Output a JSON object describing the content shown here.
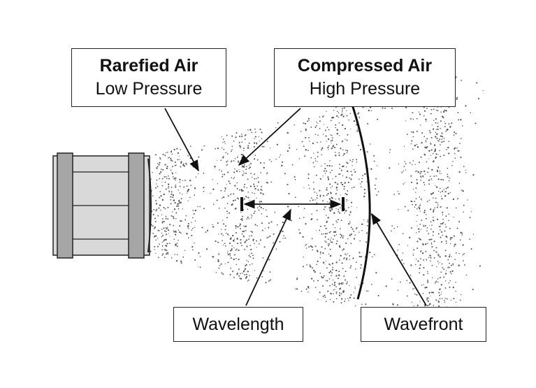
{
  "labels": {
    "rarefied": {
      "title": "Rarefied Air",
      "subtitle": "Low Pressure"
    },
    "compressed": {
      "title": "Compressed Air",
      "subtitle": "High Pressure"
    },
    "wavelength": "Wavelength",
    "wavefront": "Wavefront"
  },
  "colors": {
    "particles": "#555555",
    "speaker_body": "#d9d9d9",
    "speaker_bands": "#a6a6a6",
    "outline": "#222222"
  },
  "icons": [
    "speaker-icon"
  ]
}
